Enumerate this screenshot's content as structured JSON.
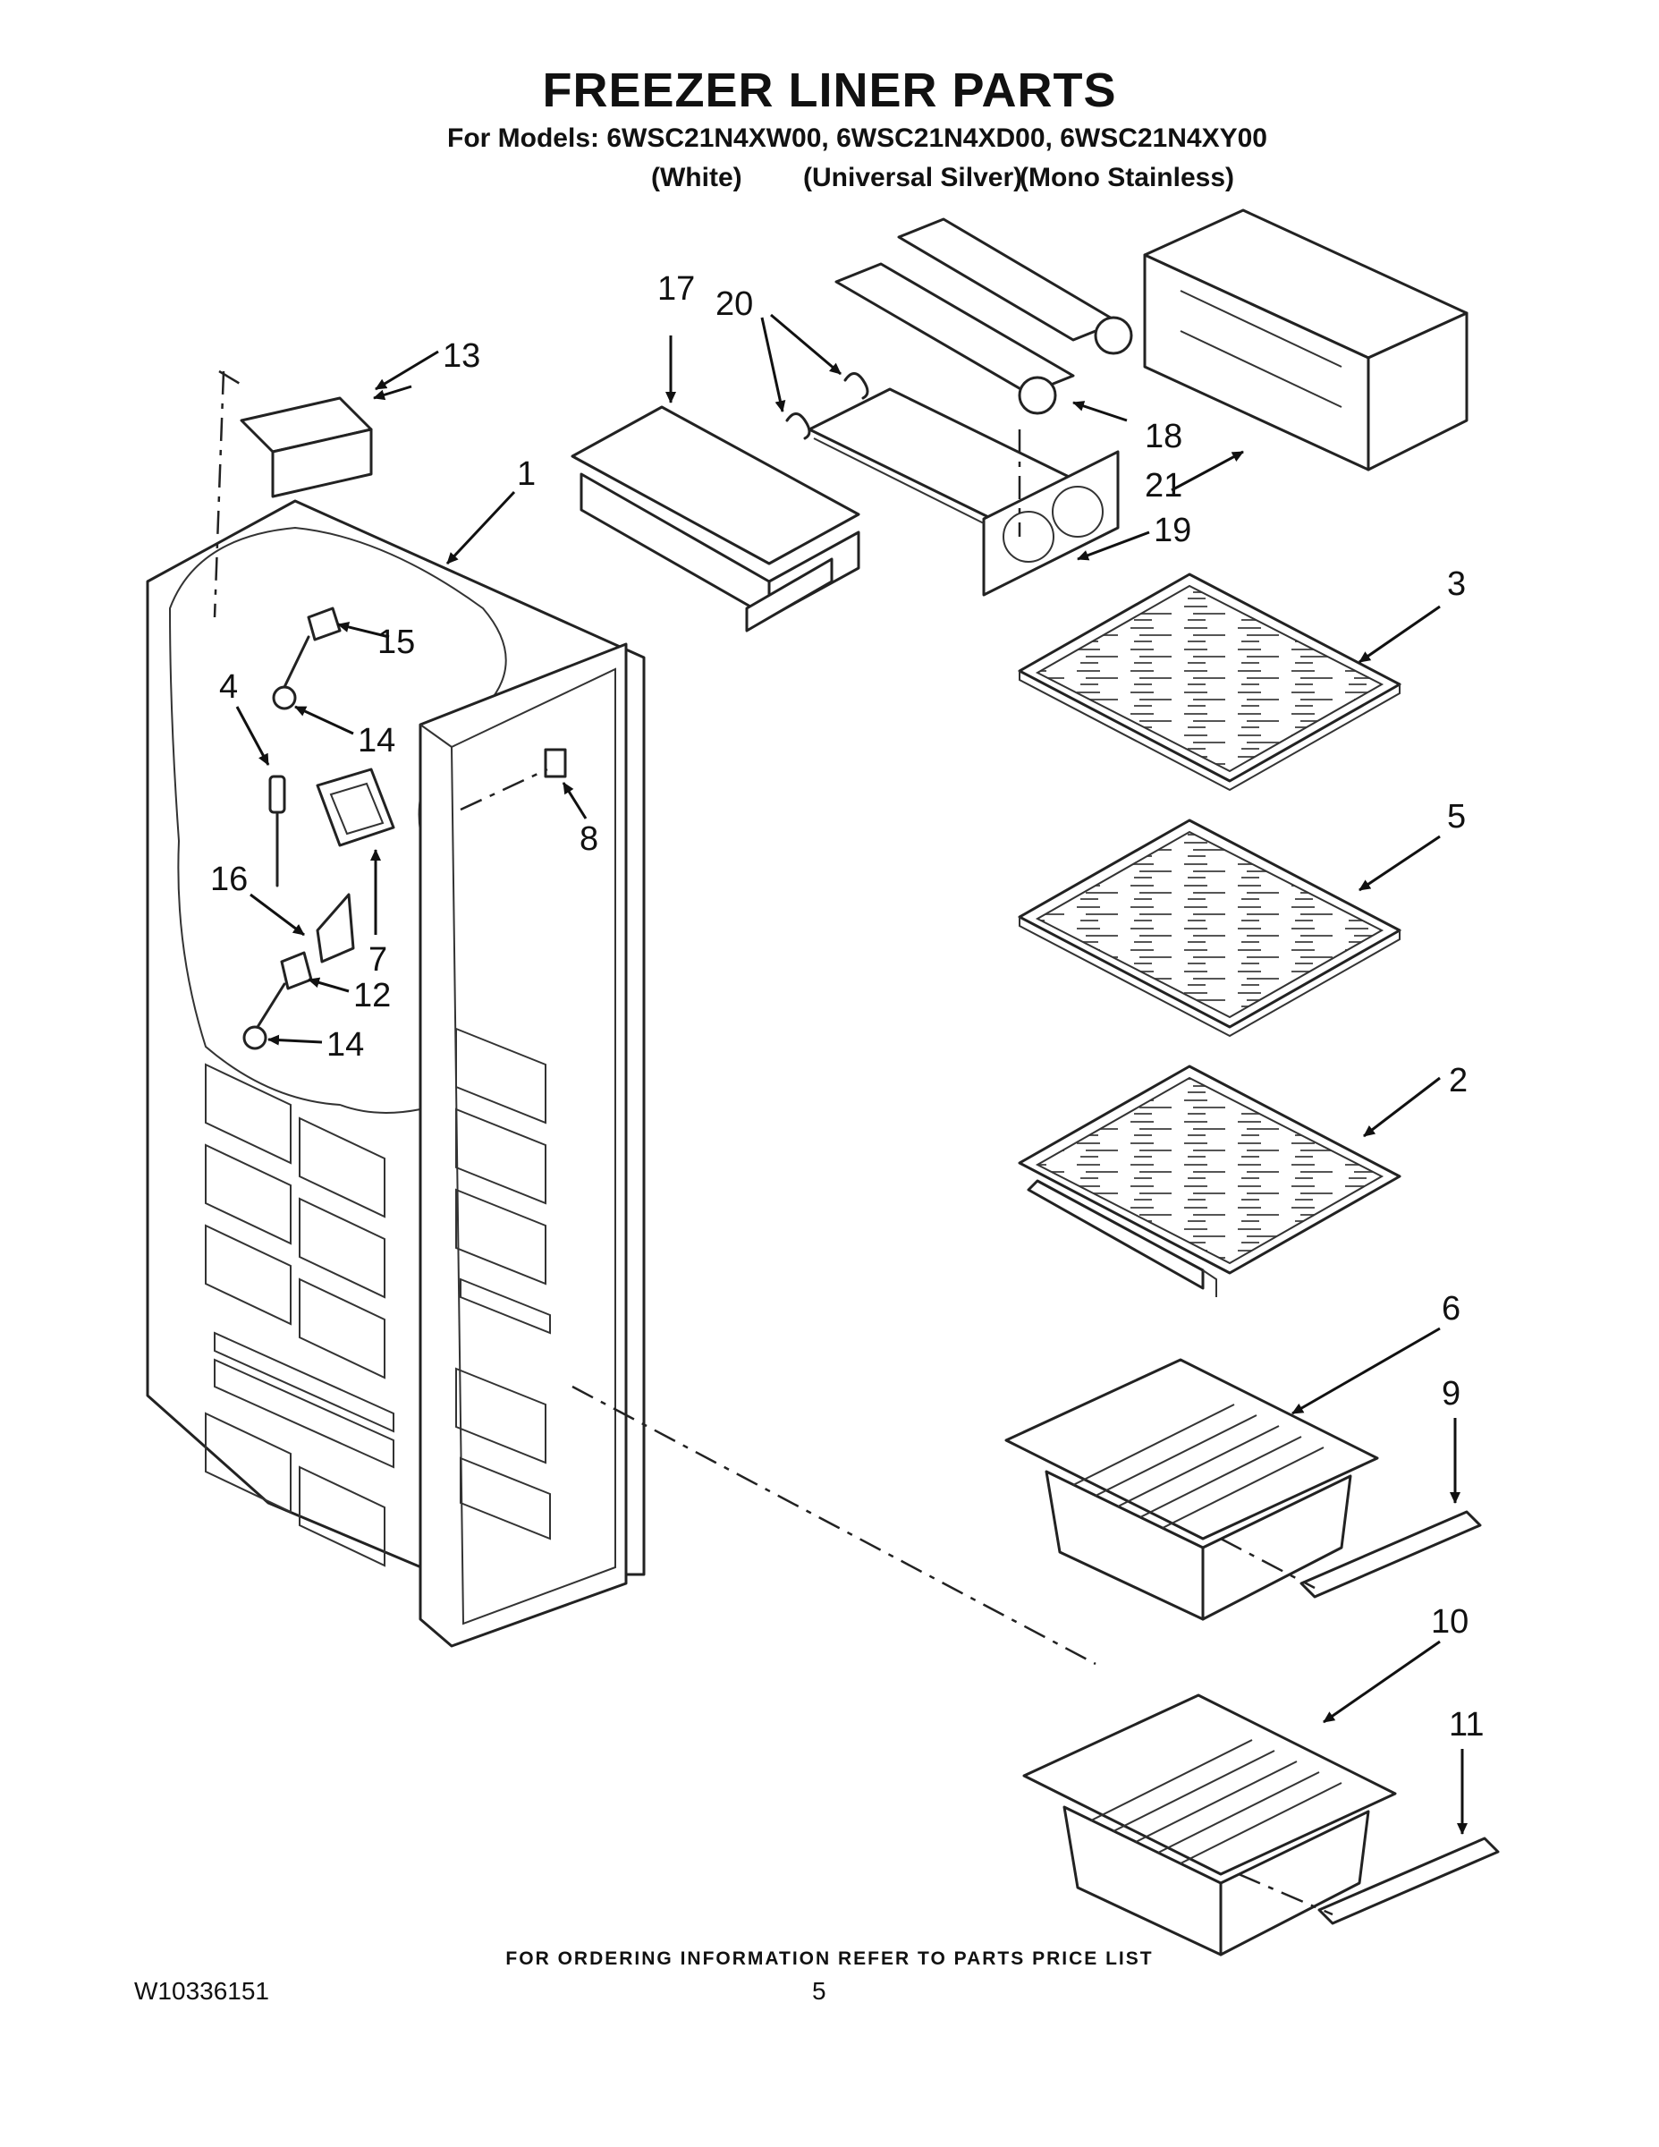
{
  "header": {
    "title": "FREEZER LINER PARTS",
    "models_line": "For Models: 6WSC21N4XW00, 6WSC21N4XD00, 6WSC21N4XY00",
    "variant_white": "(White)",
    "variant_silver": "(Universal Silver)",
    "variant_stainless": "(Mono Stainless)"
  },
  "callouts": {
    "c1": "1",
    "c2": "2",
    "c3": "3",
    "c4": "4",
    "c5": "5",
    "c6": "6",
    "c7": "7",
    "c8": "8",
    "c9": "9",
    "c10": "10",
    "c11": "11",
    "c12": "12",
    "c13": "13",
    "c14a": "14",
    "c14b": "14",
    "c15": "15",
    "c16": "16",
    "c17": "17",
    "c18": "18",
    "c19": "19",
    "c20": "20",
    "c21": "21"
  },
  "footer": {
    "ordering_note": "FOR ORDERING INFORMATION REFER TO PARTS PRICE LIST",
    "doc_number": "W10336151",
    "page_number": "5"
  }
}
